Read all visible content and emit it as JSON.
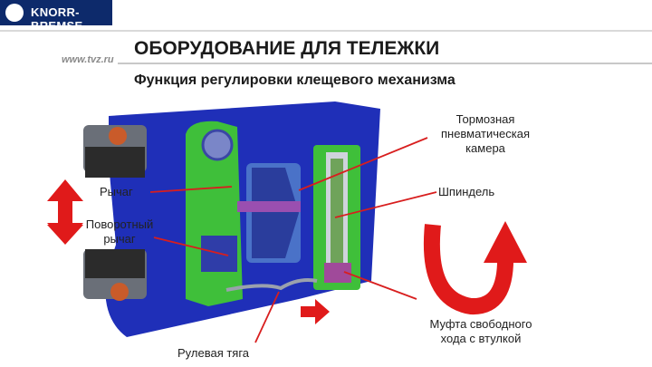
{
  "header": {
    "logo_text": "KNORR-BREMSE",
    "website": "www.tvz.ru",
    "title": "ОБОРУДОВАНИЕ ДЛЯ ТЕЛЕЖКИ",
    "subtitle": "Функция регулировки клещевого механизма"
  },
  "labels": {
    "brake_chamber": [
      "Тормозная",
      "пневматическая",
      "камера"
    ],
    "lever": "Рычаг",
    "spindle": "Шпиндель",
    "swing_lever": [
      "Поворотный",
      "рычаг"
    ],
    "clutch": [
      "Муфта свободного",
      "хода с втулкой"
    ],
    "steering_rod": "Рулевая тяга"
  },
  "colors": {
    "brand": "#0d2a6b",
    "housing_blue": "#1f2fb8",
    "frame_green": "#3fbf3a",
    "arrow_red": "#e01a1a",
    "leader_red": "#d81e1e"
  }
}
